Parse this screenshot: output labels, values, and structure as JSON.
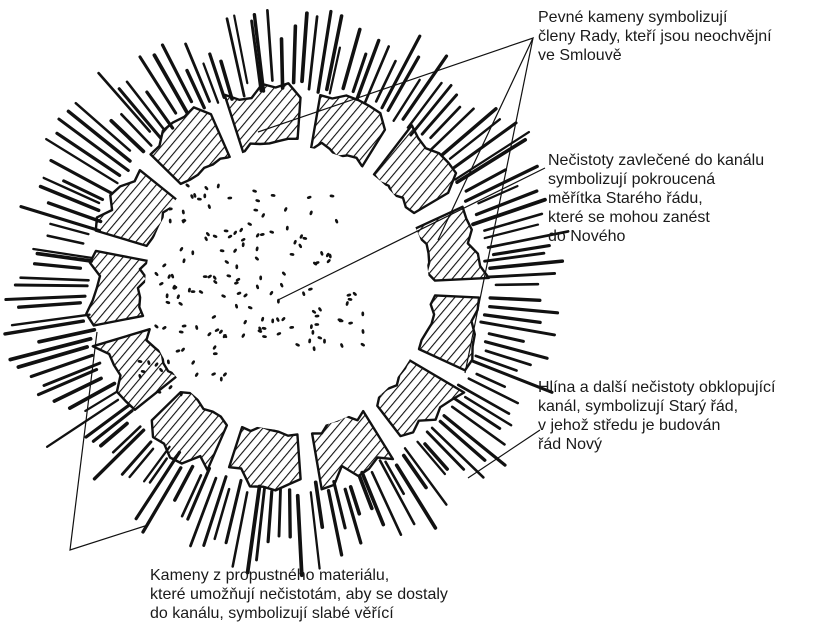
{
  "colors": {
    "ink": "#111111",
    "background": "#ffffff",
    "text": "#1a1a1a"
  },
  "annotations": {
    "solid_stones": "Pevné kameny symbolizují\nčleny Rady, kteří jsou neochvějní\nve Smlouvě",
    "impurities": "Nečistoty zavlečené do kanálu\nsymbolizují pokroucená\nměřítka Starého řádu,\nkteré se mohou zanést\ndo Nového",
    "soil": "Hlína a další nečistoty obklopující\nkanál, symbolizují Starý řád,\nv jehož středu je budován\nřád Nový",
    "porous_stones": "Kameny z propustného materiálu,\nkteré umožňují nečistotám, aby se dostaly\ndo kanálu, symbolizují slabé věřící"
  }
}
